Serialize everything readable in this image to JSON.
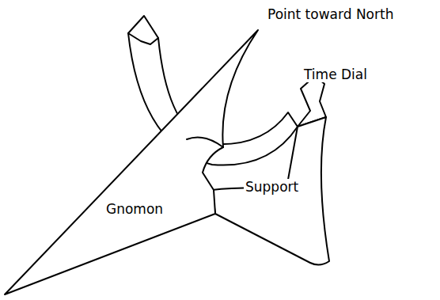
{
  "diagram": {
    "labels": [
      "Point toward North",
      "Time Dial",
      "Support",
      "Gnomon"
    ]
  }
}
